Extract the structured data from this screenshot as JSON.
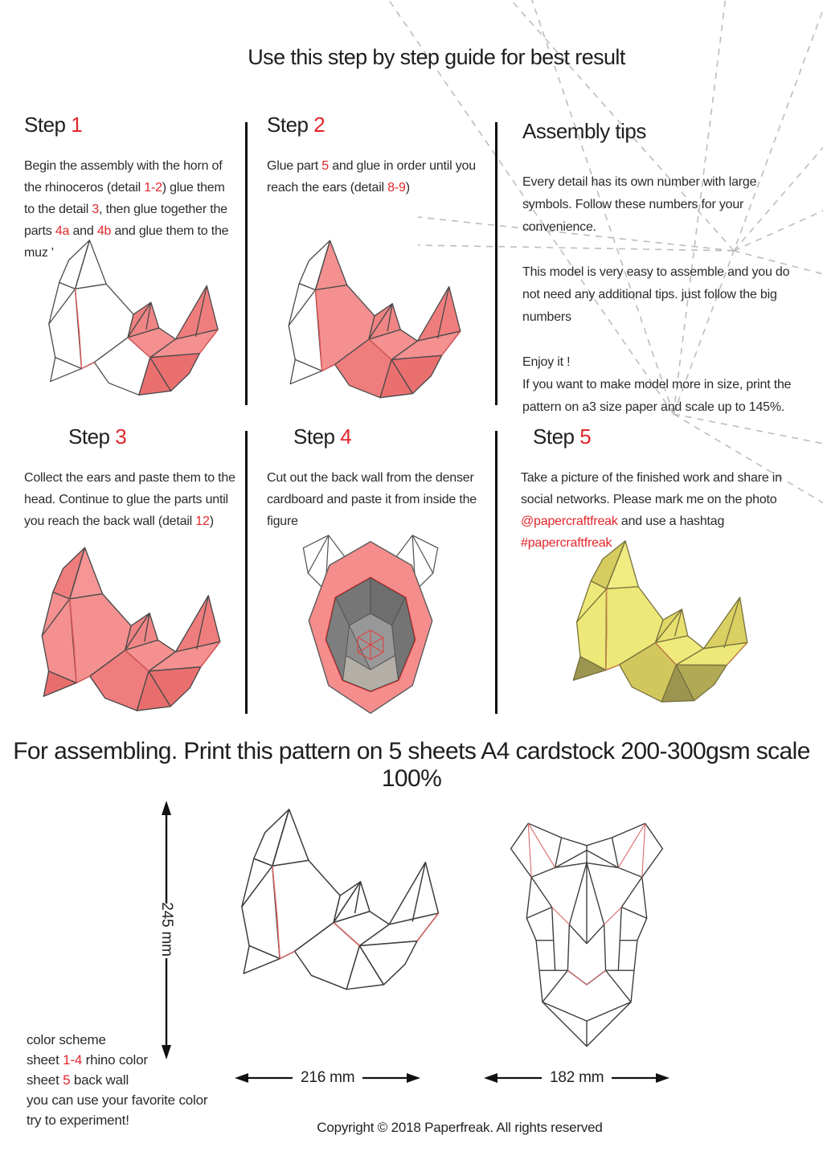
{
  "page": {
    "title": "Use this step by step guide for best result",
    "section_title": "For assembling. Print this pattern on 5 sheets A4 cardstock 200-300gsm scale 100%",
    "copyright": "Copyright © 2018 Paperfreak. All rights reserved"
  },
  "steps": [
    {
      "label": "Step ",
      "number": "1",
      "segments": [
        {
          "t": "Begin the assembly with the horn of the rhinoceros (detail "
        },
        {
          "t": "1-2",
          "c": "red"
        },
        {
          "t": ") glue them to the detail "
        },
        {
          "t": "3",
          "c": "red"
        },
        {
          "t": ", then glue together the parts "
        },
        {
          "t": "4a",
          "c": "red"
        },
        {
          "t": " and "
        },
        {
          "t": "4b",
          "c": "red"
        },
        {
          "t": " and glue them to the muz '"
        }
      ]
    },
    {
      "label": "Step ",
      "number": "2",
      "segments": [
        {
          "t": "Glue part "
        },
        {
          "t": "5",
          "c": "red"
        },
        {
          "t": " and glue in order until you reach the ears (detail "
        },
        {
          "t": "8-9",
          "c": "red"
        },
        {
          "t": ")"
        }
      ]
    },
    {
      "label": "Step ",
      "number": "3",
      "segments": [
        {
          "t": "Collect the ears and paste them to the head. Continue to glue the parts until you reach the back wall (detail "
        },
        {
          "t": "12",
          "c": "red"
        },
        {
          "t": ")"
        }
      ]
    },
    {
      "label": "Step ",
      "number": "4",
      "segments": [
        {
          "t": "Cut out the back wall from the denser cardboard and paste it from inside the figure"
        }
      ]
    },
    {
      "label": "Step ",
      "number": "5",
      "segments": [
        {
          "t": "Take a picture of the finished work and share in social networks. Please mark me on the photo "
        },
        {
          "t": "@papercraftfreak",
          "c": "red"
        },
        {
          "t": " and use a hashtag "
        },
        {
          "t": "#papercraftfreak",
          "c": "red"
        }
      ]
    }
  ],
  "tips": {
    "title": "Assembly tips",
    "p1": "Every detail has its own number with large symbols. Follow these numbers for your convenience.",
    "p2": "This model is very easy to assemble and you do not need any additional tips. just follow the big numbers",
    "p3": "Enjoy it !",
    "p4": "If you want to make model more in size, print the pattern on a3 size paper and scale up to 145%."
  },
  "measurements": {
    "height": "245 mm",
    "width_side": "216 mm",
    "width_front": "182 mm"
  },
  "color_scheme": {
    "line1": [
      {
        "t": "color  scheme"
      }
    ],
    "line2": [
      {
        "t": "sheet  "
      },
      {
        "t": "1-4",
        "c": "red"
      },
      {
        "t": " rhino color"
      }
    ],
    "line3": [
      {
        "t": "sheet  "
      },
      {
        "t": "5",
        "c": "red"
      },
      {
        "t": "  back wall"
      }
    ],
    "line4": [
      {
        "t": "you can use your favorite color"
      }
    ],
    "line5": [
      {
        "t": "try to experiment!"
      }
    ]
  },
  "colors": {
    "accent_red": "#e3262b",
    "rhino_pink": "#f49090",
    "rhino_yellow": "#eee878",
    "back_wall_gray": "#8d8d8d"
  }
}
